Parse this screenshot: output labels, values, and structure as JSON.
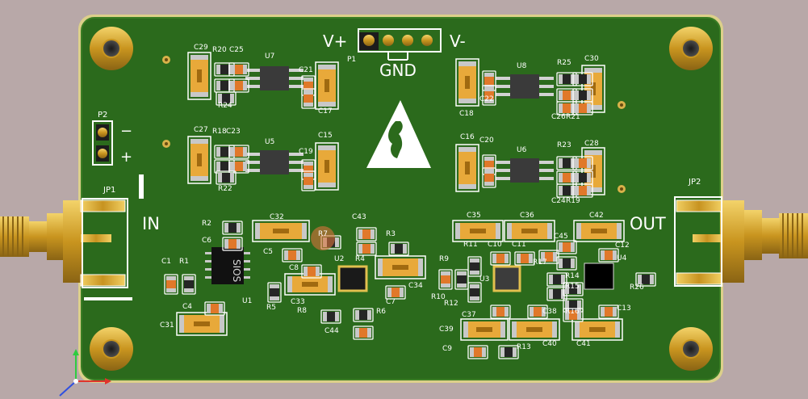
{
  "board": {
    "silk": {
      "vplus": "V+",
      "vminus": "V-",
      "gnd": "GND",
      "p1": "P1",
      "p2": "P2",
      "minus": "−",
      "plus": "+",
      "jp1": "JP1",
      "jp2": "JP2",
      "in": "IN",
      "out": "OUT",
      "u1_marking": "SIOS"
    },
    "refdes": [
      "C29",
      "R20",
      "C25",
      "U7",
      "C21",
      "C17",
      "R24",
      "C27",
      "R18",
      "C23",
      "U5",
      "C19",
      "C15",
      "R22",
      "C18",
      "C22",
      "U8",
      "R25",
      "C30",
      "C26",
      "R21",
      "C16",
      "C20",
      "U6",
      "R23",
      "C28",
      "C24",
      "R19",
      "R2",
      "C6",
      "C32",
      "R7",
      "C43",
      "R3",
      "C5",
      "C8",
      "U2",
      "R4",
      "C34",
      "C7",
      "C1",
      "R1",
      "U1",
      "C4",
      "R5",
      "C33",
      "R8",
      "R6",
      "C31",
      "C44",
      "C35",
      "C36",
      "C42",
      "R11",
      "C10",
      "C11",
      "C45",
      "C12",
      "R9",
      "R17",
      "U4",
      "R14",
      "U3",
      "R15",
      "R26",
      "R10",
      "R12",
      "R16",
      "C37",
      "C38",
      "C13",
      "C39",
      "C40",
      "C41",
      "C9",
      "R13"
    ]
  },
  "colors": {
    "background": "#b8a8a8",
    "board": "#2b6a1c",
    "board_edge": "#dcd08a",
    "gold": "#d4a72c",
    "tantalum": "#e8a93a",
    "silk": "#ffffff"
  }
}
